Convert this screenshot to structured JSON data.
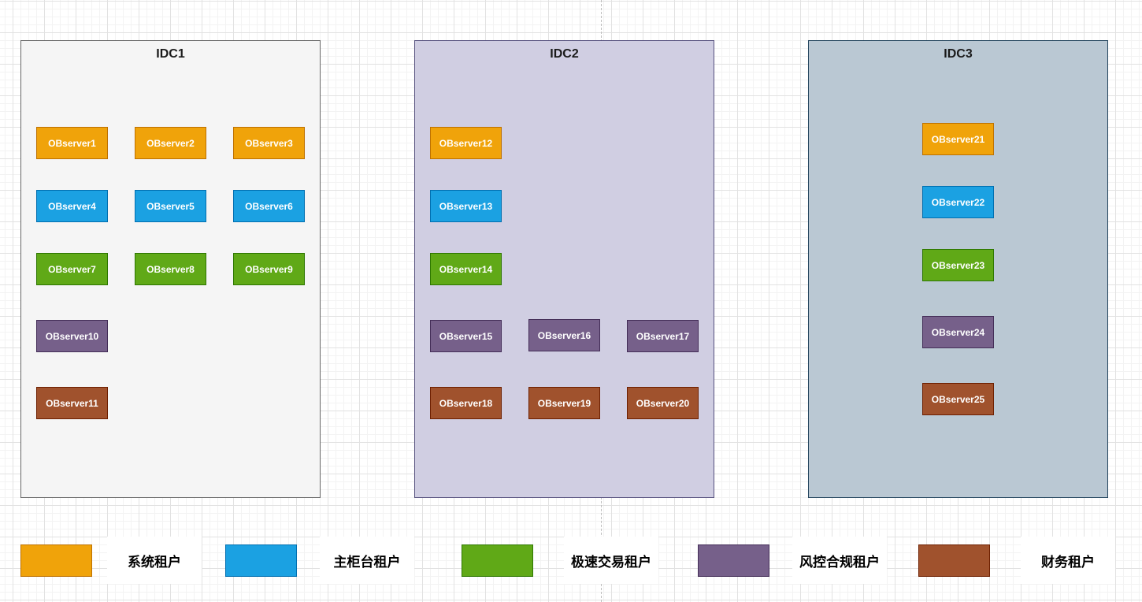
{
  "tenants": {
    "system": {
      "label": "系统租户",
      "fill": "#f0a30a",
      "stroke": "#bd7000"
    },
    "counter": {
      "label": "主柜台租户",
      "fill": "#1ba1e2",
      "stroke": "#006eaf"
    },
    "fast": {
      "label": "极速交易租户",
      "fill": "#60a917",
      "stroke": "#2d7600"
    },
    "risk": {
      "label": "风控合规租户",
      "fill": "#76608a",
      "stroke": "#432d57"
    },
    "finance": {
      "label": "财务租户",
      "fill": "#a0522d",
      "stroke": "#6d1f00"
    }
  },
  "idcs": [
    {
      "title": "IDC1",
      "fill": "#f5f5f5",
      "stroke": "#666666"
    },
    {
      "title": "IDC2",
      "fill": "#d0cee2",
      "stroke": "#56517e"
    },
    {
      "title": "IDC3",
      "fill": "#bac8d3",
      "stroke": "#23445d"
    }
  ],
  "servers": [
    {
      "name": "OBserver1",
      "idc": "IDC1",
      "tenant": "system"
    },
    {
      "name": "OBserver2",
      "idc": "IDC1",
      "tenant": "system"
    },
    {
      "name": "OBserver3",
      "idc": "IDC1",
      "tenant": "system"
    },
    {
      "name": "OBserver4",
      "idc": "IDC1",
      "tenant": "counter"
    },
    {
      "name": "OBserver5",
      "idc": "IDC1",
      "tenant": "counter"
    },
    {
      "name": "OBserver6",
      "idc": "IDC1",
      "tenant": "counter"
    },
    {
      "name": "OBserver7",
      "idc": "IDC1",
      "tenant": "fast"
    },
    {
      "name": "OBserver8",
      "idc": "IDC1",
      "tenant": "fast"
    },
    {
      "name": "OBserver9",
      "idc": "IDC1",
      "tenant": "fast"
    },
    {
      "name": "OBserver10",
      "idc": "IDC1",
      "tenant": "risk"
    },
    {
      "name": "OBserver11",
      "idc": "IDC1",
      "tenant": "finance"
    },
    {
      "name": "OBserver12",
      "idc": "IDC2",
      "tenant": "system"
    },
    {
      "name": "OBserver13",
      "idc": "IDC2",
      "tenant": "counter"
    },
    {
      "name": "OBserver14",
      "idc": "IDC2",
      "tenant": "fast"
    },
    {
      "name": "OBserver15",
      "idc": "IDC2",
      "tenant": "risk"
    },
    {
      "name": "OBserver16",
      "idc": "IDC2",
      "tenant": "risk"
    },
    {
      "name": "OBserver17",
      "idc": "IDC2",
      "tenant": "risk"
    },
    {
      "name": "OBserver18",
      "idc": "IDC2",
      "tenant": "finance"
    },
    {
      "name": "OBserver19",
      "idc": "IDC2",
      "tenant": "finance"
    },
    {
      "name": "OBserver20",
      "idc": "IDC2",
      "tenant": "finance"
    },
    {
      "name": "OBserver21",
      "idc": "IDC3",
      "tenant": "system"
    },
    {
      "name": "OBserver22",
      "idc": "IDC3",
      "tenant": "counter"
    },
    {
      "name": "OBserver23",
      "idc": "IDC3",
      "tenant": "fast"
    },
    {
      "name": "OBserver24",
      "idc": "IDC3",
      "tenant": "risk"
    },
    {
      "name": "OBserver25",
      "idc": "IDC3",
      "tenant": "finance"
    }
  ],
  "legend": [
    "system",
    "counter",
    "fast",
    "risk",
    "finance"
  ]
}
